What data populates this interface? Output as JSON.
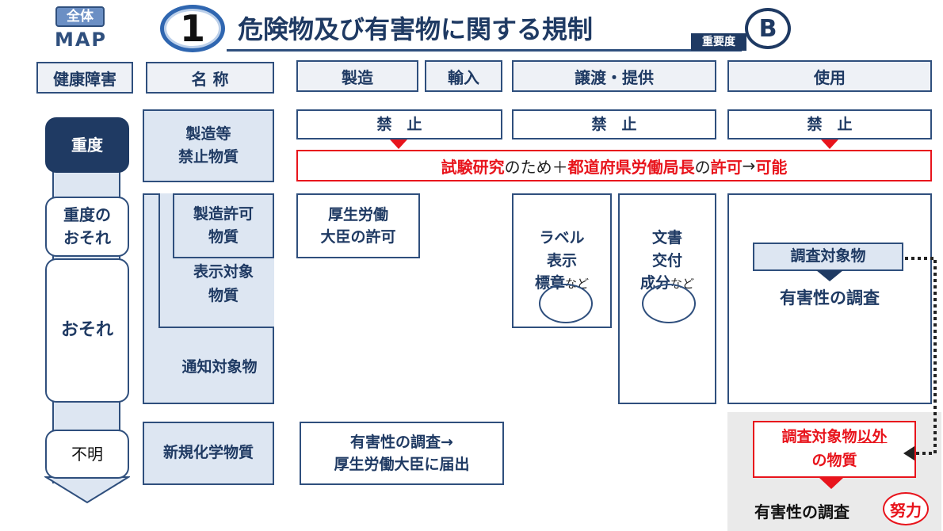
{
  "logo": {
    "top": "全体",
    "bottom": "MAP"
  },
  "title": {
    "number": "1",
    "text": "危険物及び有害物に関する規制",
    "importance_label": "重要度",
    "importance_value": "B"
  },
  "headers": {
    "health": "健康障害",
    "name": "名 称",
    "manufacture": "製造",
    "import": "輸入",
    "transfer": "譲渡・提供",
    "use": "使用"
  },
  "severity": {
    "severe": "重度",
    "severe_risk": "重度の\nおそれ",
    "risk": "おそれ",
    "unknown": "不明"
  },
  "names": {
    "prohibited": "製造等\n禁止物質",
    "permit": "製造許可\n物質",
    "labeling": "表示対象\n物質",
    "notification": "通知対象物",
    "new_chem": "新規化学物質"
  },
  "prohibit": {
    "manufacture": "禁　止",
    "transfer": "禁　止",
    "use": "禁　止"
  },
  "exception": {
    "part1": "試験研究",
    "part2": "のため＋",
    "part3": "都道府県労働局長",
    "part4": "の",
    "part5": "許可",
    "part6": "→",
    "part7": "可能"
  },
  "minister_permit": "厚生労働\n大臣の許可",
  "label": {
    "line1": "ラベル",
    "line2": "表示",
    "line3a": "標章",
    "line3b": "など"
  },
  "doc": {
    "line1": "文書",
    "line2": "交付",
    "line3a": "成分",
    "line3b": "など"
  },
  "investigation": {
    "target": "調査対象物",
    "result": "有害性の調査"
  },
  "new_chem_action": "有害性の調査→\n厚生労働大臣に届出",
  "other": {
    "part1": "調査対象物",
    "part2": "以外",
    "part3": "の物質",
    "result": "有害性の調査",
    "effort": "努力"
  },
  "colors": {
    "navy": "#1f3a63",
    "red": "#e8141c",
    "light_blue": "#dde6f2"
  }
}
